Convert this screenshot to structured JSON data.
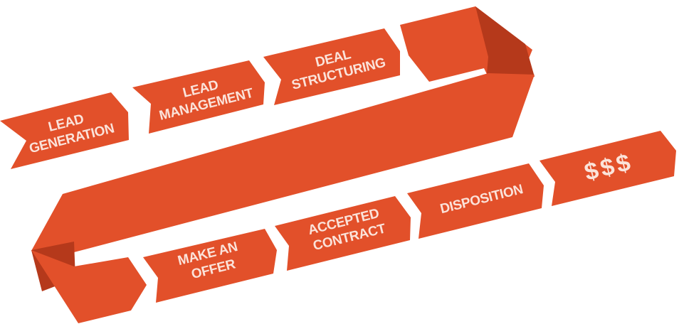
{
  "colors": {
    "ribbon": "#e2502a",
    "fold_shadow": "#b5391b",
    "text": "#fbe3da"
  },
  "steps": [
    {
      "lines": [
        "LEAD",
        "GENERATION"
      ]
    },
    {
      "lines": [
        "LEAD",
        "MANAGEMENT"
      ]
    },
    {
      "lines": [
        "DEAL",
        "STRUCTURING"
      ]
    },
    {
      "lines": [
        "MAKE AN",
        "OFFER"
      ]
    },
    {
      "lines": [
        "ACCEPTED",
        "CONTRACT"
      ]
    },
    {
      "lines": [
        "DISPOSITION"
      ]
    },
    {
      "lines": [
        "$$$"
      ]
    }
  ]
}
